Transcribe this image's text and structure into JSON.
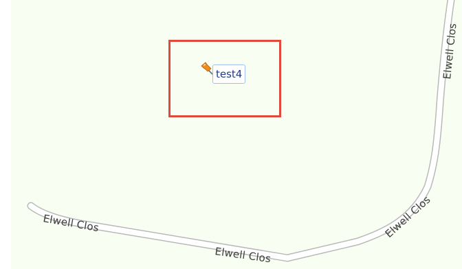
{
  "map": {
    "background_color": "#f8fff2",
    "road_fill_color": "#ffffff",
    "road_casing_color": "#b9b9b9",
    "street_labels": [
      "Elwell Clos",
      "Elwell Clos",
      "Elwell Clos",
      "Elwell Clos"
    ]
  },
  "marker": {
    "icon": "pushpin-icon",
    "icon_color": "#f08c1a",
    "label": "test4",
    "label_border_color": "#9fc0ee",
    "label_text_color": "#1f3c88"
  },
  "highlight": {
    "border_color": "#e04a3c"
  }
}
